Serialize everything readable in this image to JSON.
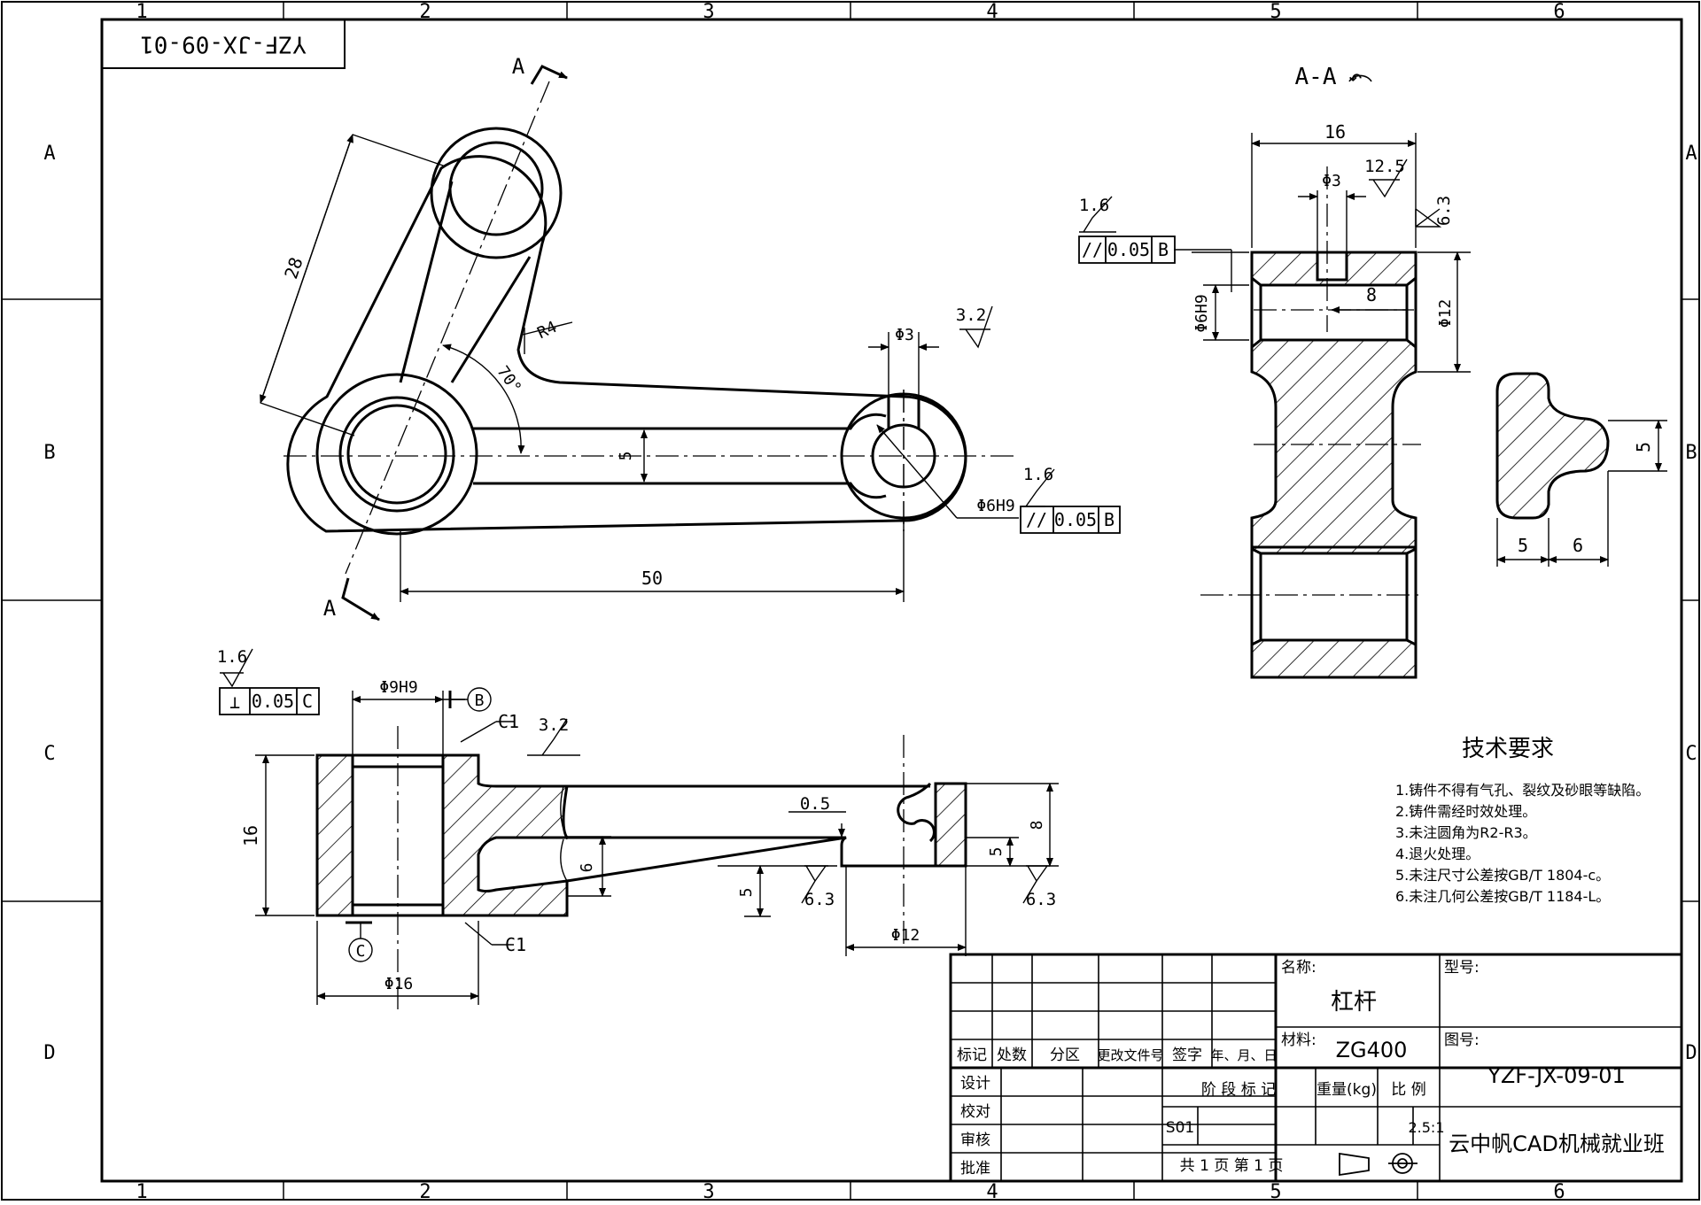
{
  "grid": {
    "columns": [
      "1",
      "2",
      "3",
      "4",
      "5",
      "6"
    ],
    "rows": [
      "A",
      "B",
      "C",
      "D"
    ]
  },
  "drawing_number_stamp": "YZF-JX-09-01",
  "section_label": "A-A",
  "section_rotate_symbol": "↶",
  "cut_label": "A",
  "front_view": {
    "dim_28": "28",
    "dim_r4": "R4",
    "dim_70": "70°",
    "dim_5": "5",
    "dim_50": "50",
    "dim_phi3": "Φ3",
    "dim_phi6h9": "Φ6H9",
    "rough_32": "3.2",
    "rough_16": "1.6",
    "tol_symbol": "//",
    "tol_value": "0.05",
    "tol_datum": "B"
  },
  "section_view": {
    "dim_16": "16",
    "dim_phi3": "Φ3",
    "dim_125": "12.5",
    "dim_63": "6.3",
    "dim_16r": "1.6",
    "dim_phi6h9": "Φ6H9",
    "dim_8": "8",
    "dim_phi12": "Φ12",
    "tol_symbol": "//",
    "tol_value": "0.05",
    "tol_datum": "B"
  },
  "rib_section": {
    "dim_5v": "5",
    "dim_5h": "5",
    "dim_6h": "6"
  },
  "bottom_view": {
    "rough_16": "1.6",
    "tol_symbol": "⊥",
    "tol_value": "0.05",
    "tol_datum": "C",
    "dim_phi9h9": "Φ9H9",
    "datum_b": "B",
    "datum_c": "C",
    "chamfer_1": "C1",
    "chamfer_2": "C1",
    "rough_32": "3.2",
    "dim_16": "16",
    "dim_05": "0.5",
    "dim_6": "6",
    "dim_5a": "5",
    "dim_5b": "5",
    "dim_8": "8",
    "rough_63a": "6.3",
    "rough_63b": "6.3",
    "dim_phi12": "Φ12",
    "dim_phi16": "Φ16"
  },
  "tech_requirements": {
    "title": "技术要求",
    "items": [
      "1.铸件不得有气孔、裂纹及砂眼等缺陷。",
      "2.铸件需经时效处理。",
      "3.未注圆角为R2-R3。",
      "4.退火处理。",
      "5.未注尺寸公差按GB/T 1804-c。",
      "6.未注几何公差按GB/T 1184-L。"
    ]
  },
  "title_block": {
    "header_labels": [
      "标记",
      "处数",
      "分区",
      "更改文件号",
      "签字",
      "年、月、日"
    ],
    "role_labels": [
      "设计",
      "校对",
      "审核",
      "批准"
    ],
    "name_label": "名称:",
    "name_value": "杠杆",
    "model_label": "型号:",
    "material_label": "材料:",
    "material_value": "ZG400",
    "drawing_no_label": "图号:",
    "drawing_no_value": "YZF-JX-09-01",
    "stage_label": "阶 段 标 记",
    "weight_label": "重量(kg)",
    "scale_label": "比 例",
    "stage_value": "S01",
    "scale_value": "2.5:1",
    "sheets": "共 1 页   第 1 页",
    "company": "云中帆CAD机械就业班"
  }
}
